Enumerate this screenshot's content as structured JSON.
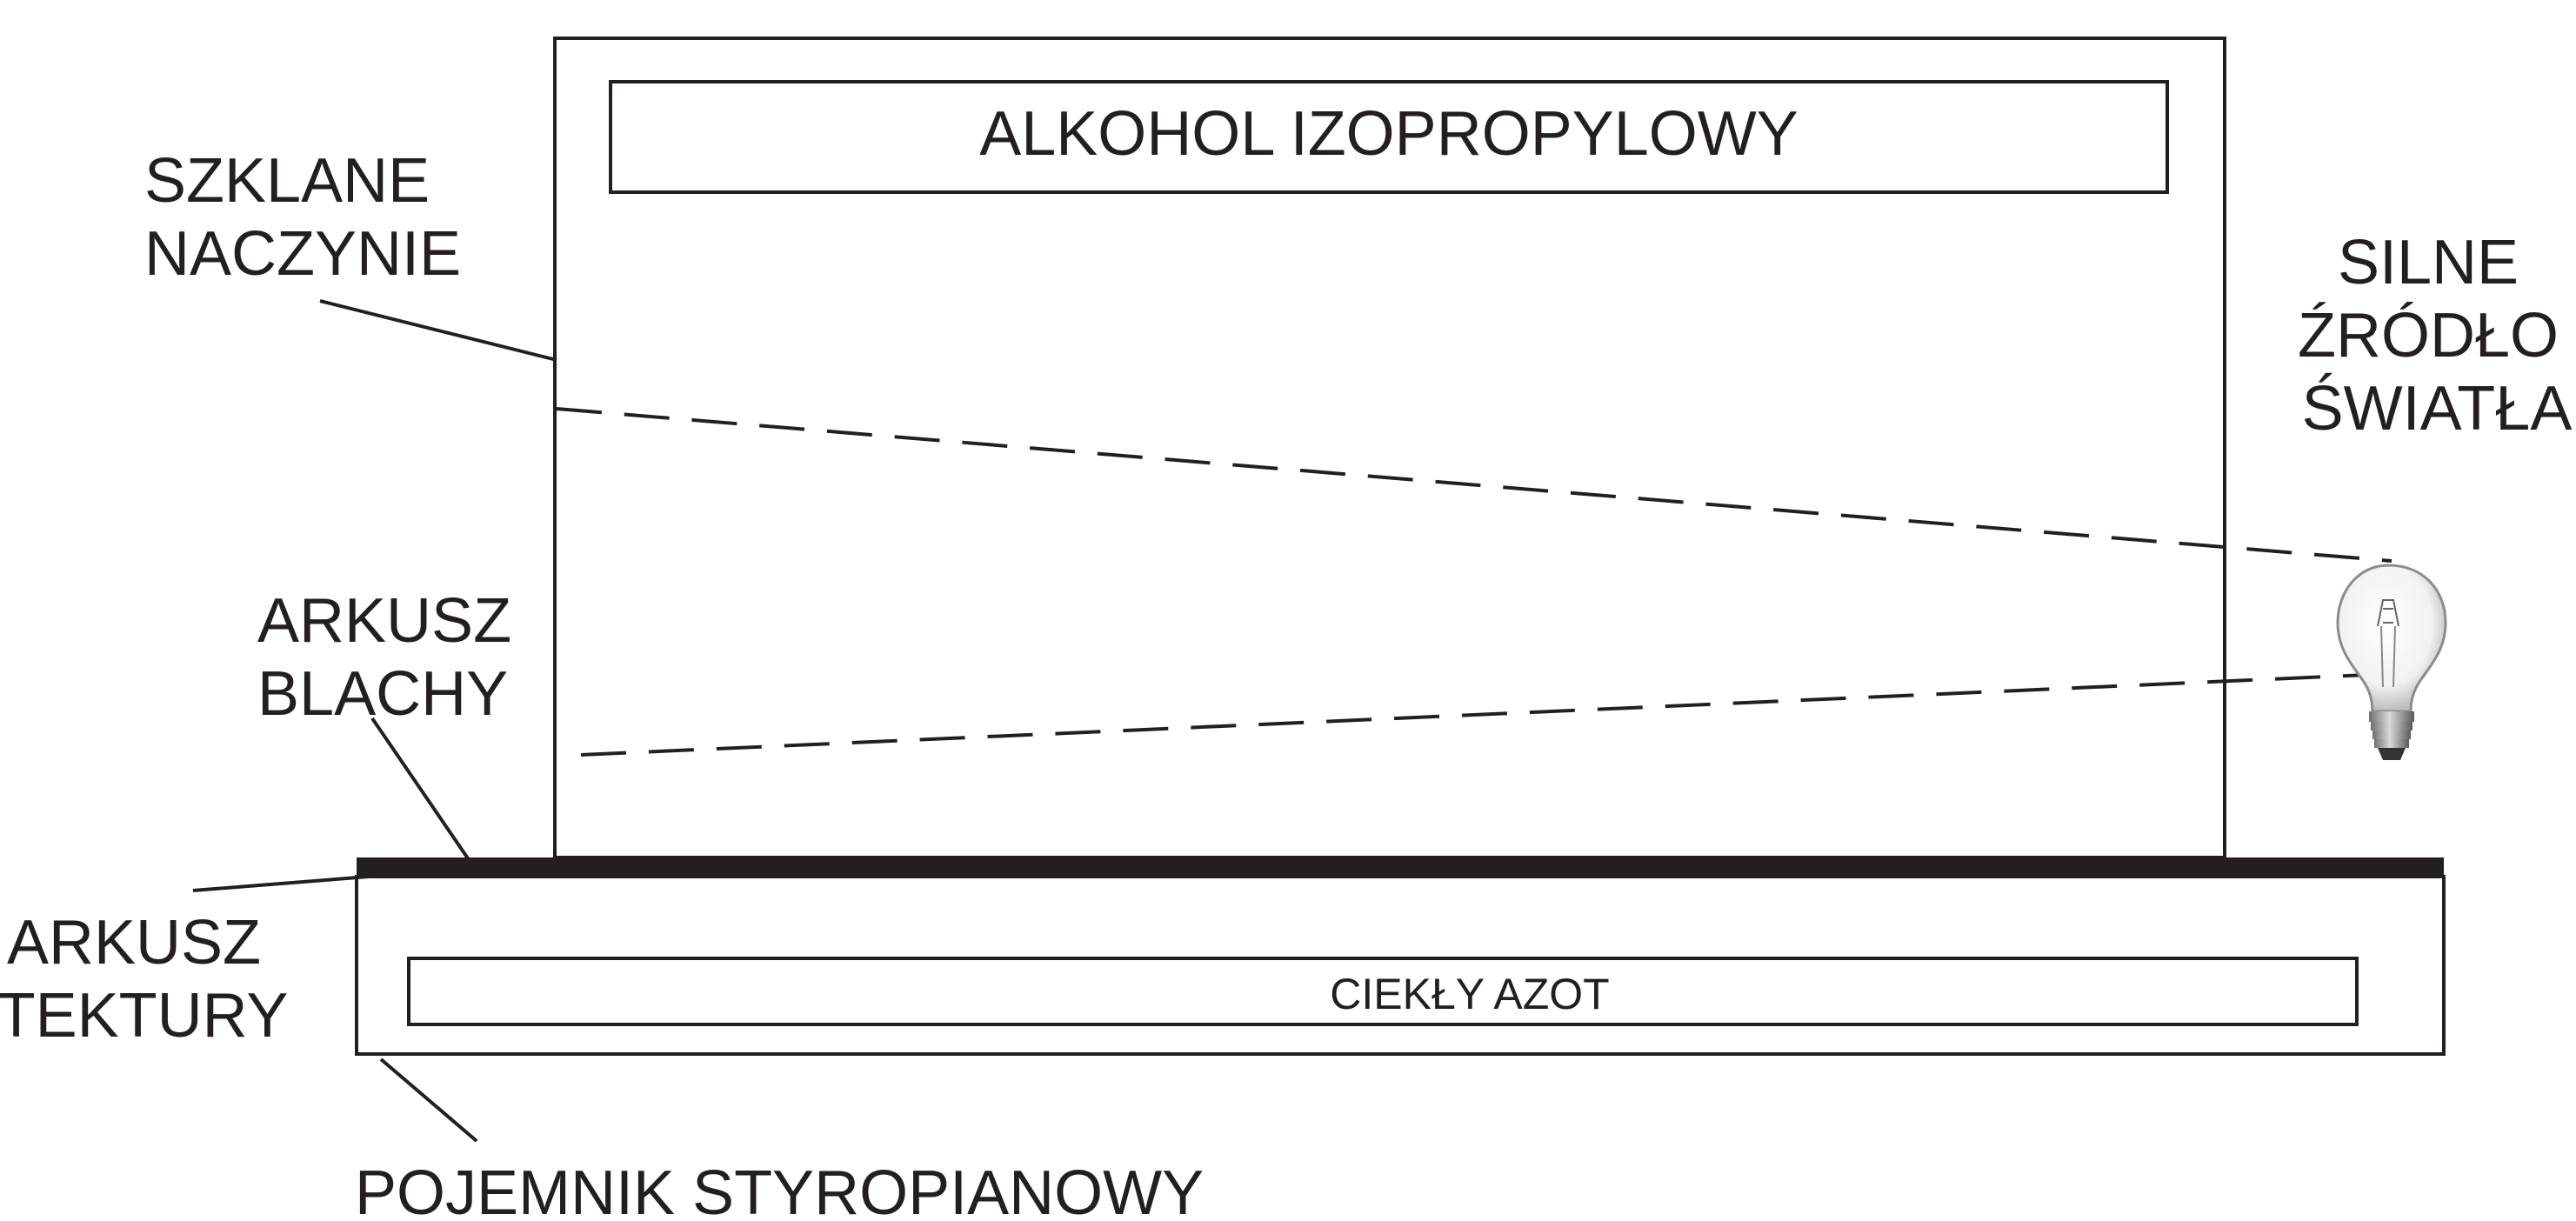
{
  "labels": {
    "glass_vessel": [
      "SZKLANE",
      "NACZYNIE"
    ],
    "alcohol": "ALKOHOL IZOPROPYLOWY",
    "light_source": [
      "SILNE",
      "ŹRÓDŁO",
      "ŚWIATŁA"
    ],
    "metal_sheet": [
      "ARKUSZ",
      "BLACHY"
    ],
    "cardboard_sheet": [
      "ARKUSZ",
      "TEKTURY"
    ],
    "liquid_nitrogen": "CIEKŁY AZOT",
    "styrofoam_container": "POJEMNIK STYROPIANOWY"
  },
  "icons": {
    "light_bulb": "light-bulb-icon"
  },
  "colors": {
    "ink": "#231f20",
    "background": "#ffffff"
  }
}
